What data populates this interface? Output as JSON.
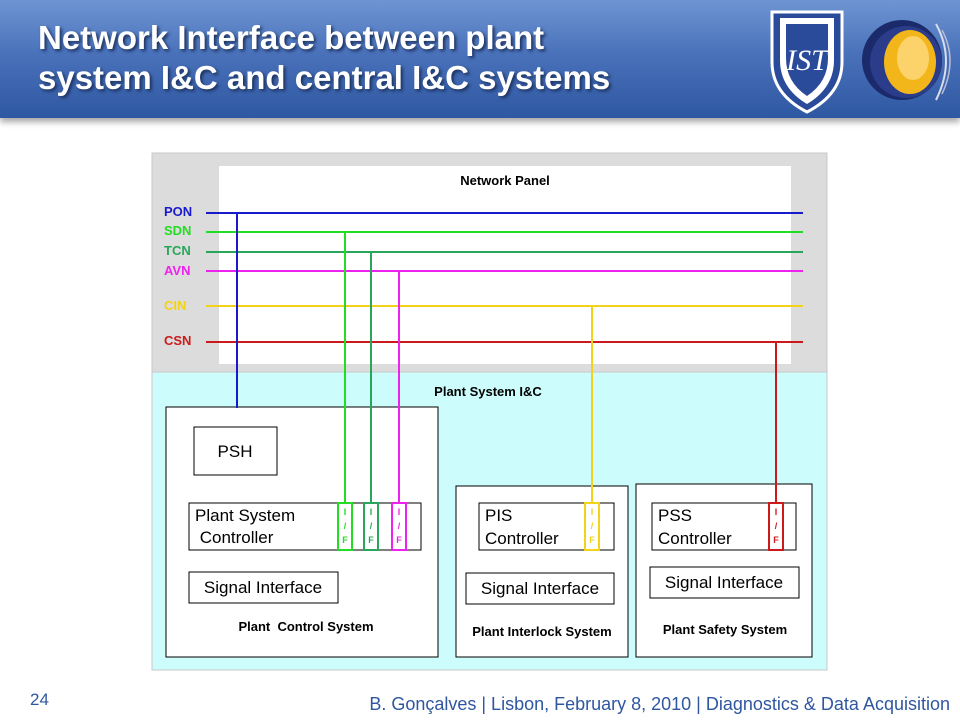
{
  "slide": {
    "title_line1": "Network Interface between plant",
    "title_line2": "system I&C and central I&C systems",
    "page_number": "24",
    "footer": "B. Gonçalves | Lisbon, February 8, 2010 | Diagnostics & Data Acquisition",
    "logos": {
      "left": "ist-shield-logo",
      "right": "ipfn-sphere-logo",
      "shield_text": "IST"
    }
  },
  "diagram": {
    "network_panel_label": "Network Panel",
    "plant_system_label": "Plant System I&C",
    "colors": {
      "PON": "#1a1acd",
      "SDN": "#22dd22",
      "TCN": "#2aa65a",
      "AVN": "#ee22ee",
      "CIN": "#f2d21a",
      "CSN": "#cc1a1a"
    },
    "networks": [
      "PON",
      "SDN",
      "TCN",
      "AVN",
      "CIN",
      "CSN"
    ],
    "interface_label": {
      "l1": "I",
      "l2": "/",
      "l3": "F"
    },
    "control_system": {
      "label": "Plant  Control System",
      "psh": "PSH",
      "controller_l1": "Plant System",
      "controller_l2": " Controller",
      "signal_interface": "Signal Interface"
    },
    "interlock_system": {
      "label": "Plant Interlock System",
      "controller_l1": "PIS",
      "controller_l2": "Controller",
      "signal_interface": "Signal Interface"
    },
    "safety_system": {
      "label": "Plant Safety System",
      "controller_l1": "PSS",
      "controller_l2": "Controller",
      "signal_interface": "Signal Interface"
    }
  }
}
